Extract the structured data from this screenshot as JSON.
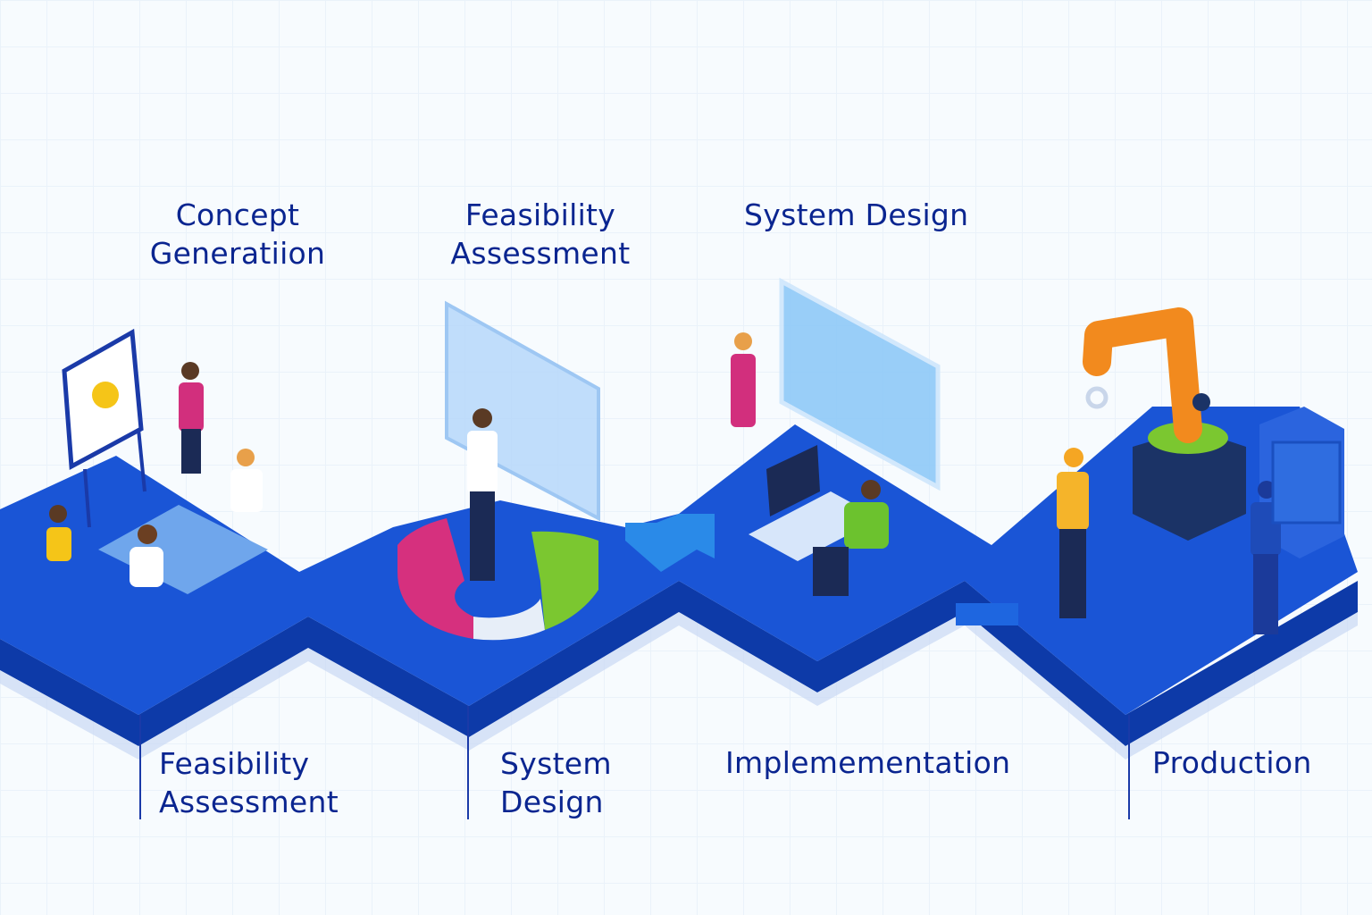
{
  "top_labels": [
    {
      "line1": "Concept",
      "line2": "Generatiion"
    },
    {
      "line1": "Feasibility",
      "line2": "Assessment"
    },
    {
      "line1": "System Design"
    }
  ],
  "bottom_labels": [
    {
      "line1": "Feasibility",
      "line2": "Assessment"
    },
    {
      "line1": "System",
      "line2": "Design"
    },
    {
      "line1": "Implemementation"
    },
    {
      "line1": "Production"
    }
  ],
  "colors": {
    "text": "#0a2590",
    "platform_top": "#1a55d6",
    "platform_side": "#0d3aa8",
    "accent_orange": "#f28a1e",
    "chart_pink": "#d6307e",
    "chart_green": "#7bc730"
  }
}
